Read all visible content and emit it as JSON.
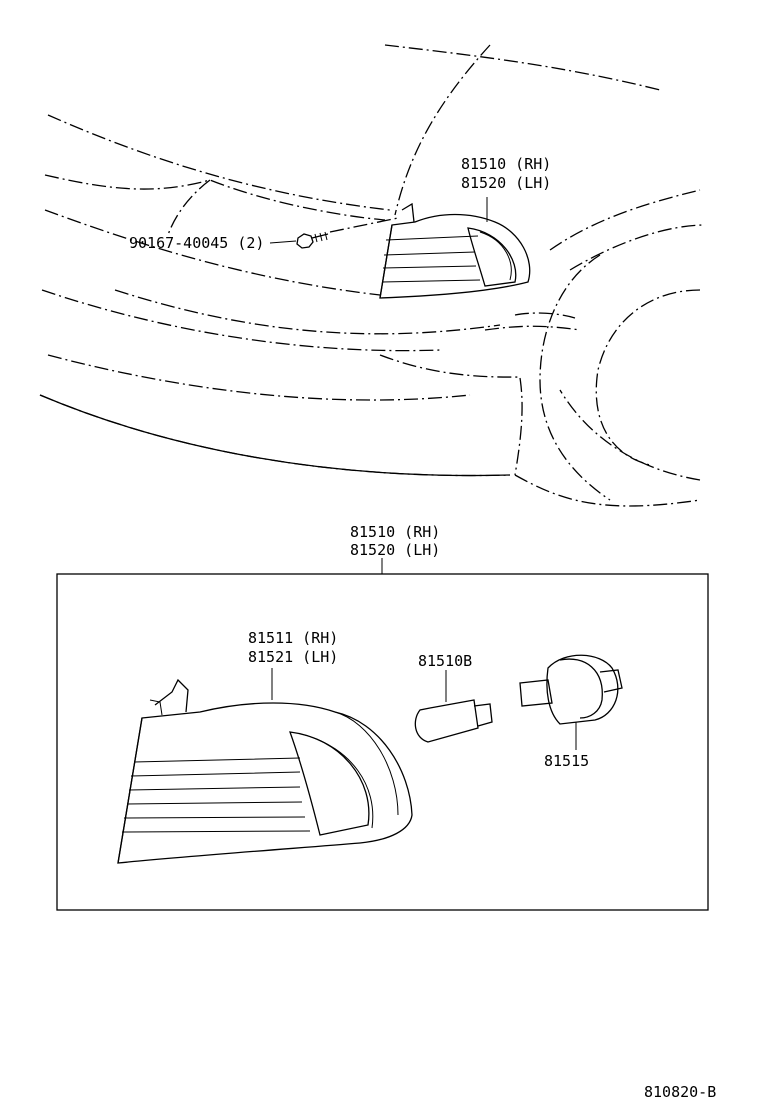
{
  "upper_view": {
    "lamp_part_rh": "81510 (RH)",
    "lamp_part_lh": "81520 (LH)",
    "screw_part": "90167-40045 (2)"
  },
  "detail_box": {
    "assembly_rh": "81510 (RH)",
    "assembly_lh": "81520 (LH)",
    "lens_rh": "81511 (RH)",
    "lens_lh": "81521 (LH)",
    "bulb": "81510B",
    "socket": "81515"
  },
  "figure_code": "810820-B"
}
